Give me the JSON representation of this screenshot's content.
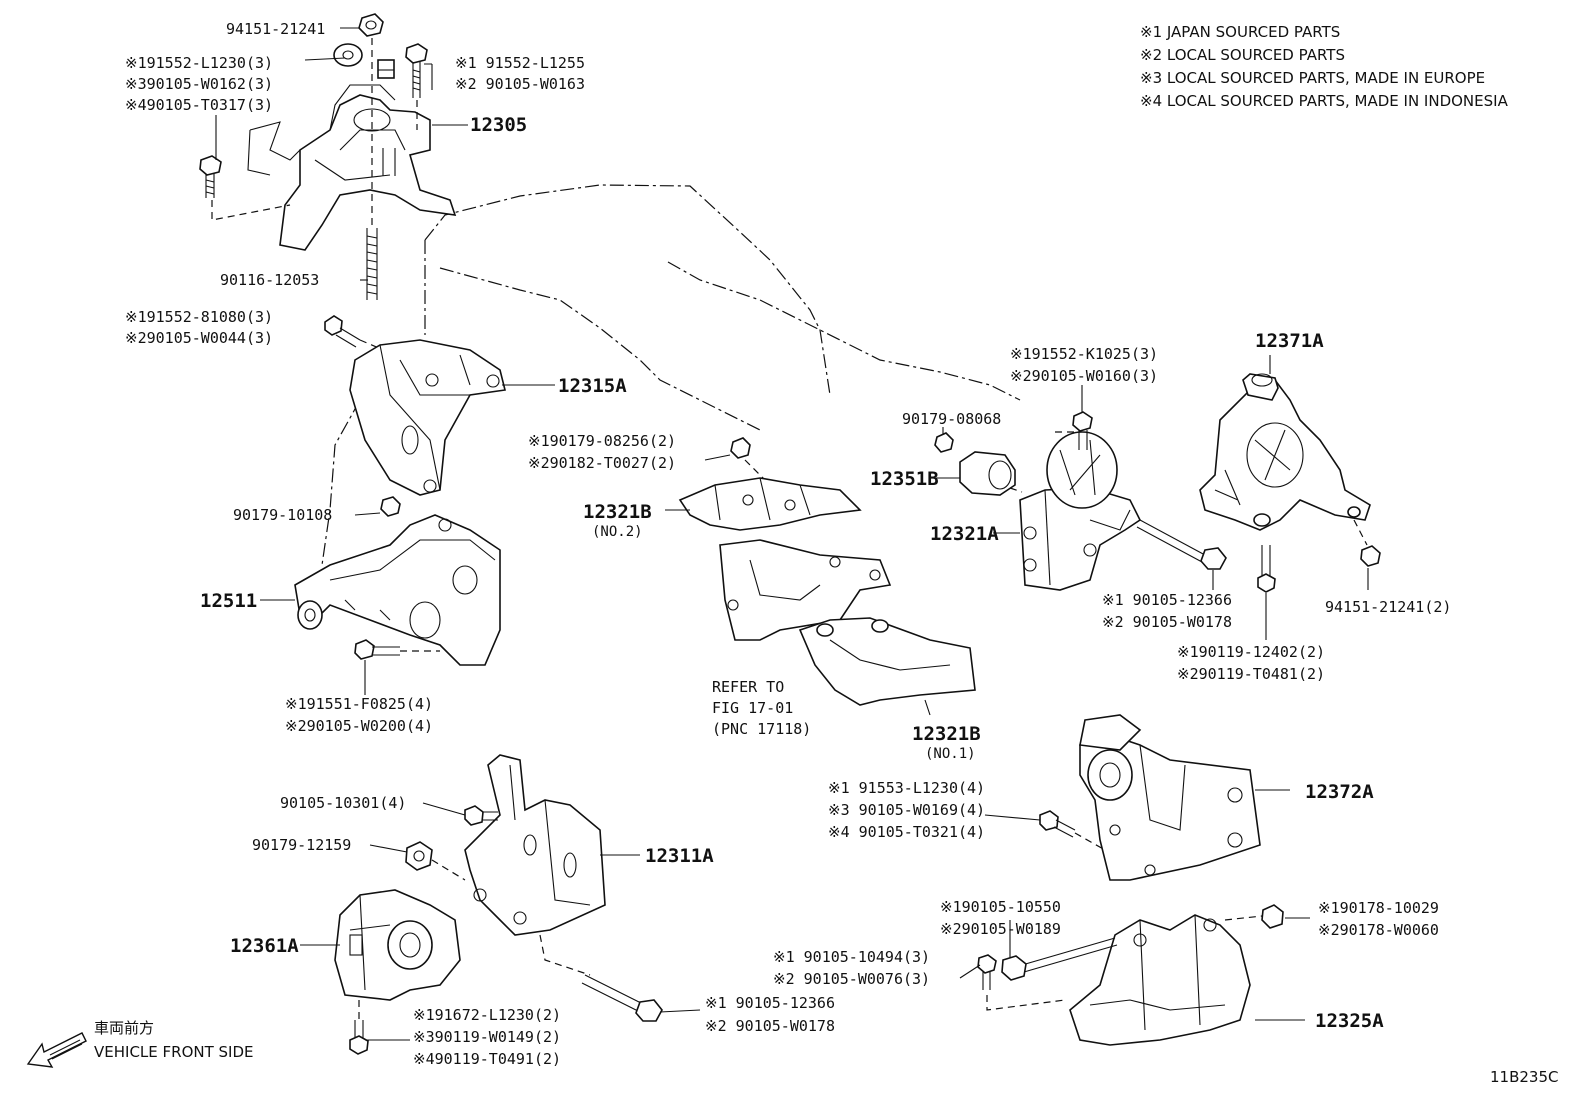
{
  "notes": {
    "n1": "※1 JAPAN SOURCED PARTS",
    "n2": "※2 LOCAL SOURCED PARTS",
    "n3": "※3 LOCAL SOURCED PARTS, MADE IN EUROPE",
    "n4": "※4 LOCAL SOURCED PARTS, MADE IN INDONESIA"
  },
  "labels": {
    "p94151_21241": "94151-21241",
    "p91552_L1230": "※191552-L1230(3)",
    "p90105_W0162": "※390105-W0162(3)",
    "p90105_T0317": "※490105-T0317(3)",
    "p91552_L1255": "※1 91552-L1255",
    "p90105_W0163": "※2 90105-W0163",
    "p12305": "12305",
    "p90116_12053": "90116-12053",
    "p91552_81080": "※191552-81080(3)",
    "p90105_W0044": "※290105-W0044(3)",
    "p12315A": "12315A",
    "p90179_10108": "90179-10108",
    "p12511": "12511",
    "p91551_F0825": "※191551-F0825(4)",
    "p90105_W0200": "※290105-W0200(4)",
    "p90179_08256": "※190179-08256(2)",
    "p90182_T0027": "※290182-T0027(2)",
    "p12321B_a": "12321B",
    "p12321B_a_sub": "(NO.2)",
    "refer1": "REFER TO",
    "refer2": "FIG 17-01",
    "refer3": "(PNC 17118)",
    "p12321B_b": "12321B",
    "p12321B_b_sub": "(NO.1)",
    "p90179_08068": "90179-08068",
    "p12351B": "12351B",
    "p12321A": "12321A",
    "p91552_K1025": "※191552-K1025(3)",
    "p90105_W0160": "※290105-W0160(3)",
    "p12371A": "12371A",
    "p90105_12366_a": "※1 90105-12366",
    "p90105_W0178_a": "※2 90105-W0178",
    "p94151_21241_2": "94151-21241(2)",
    "p90119_12402": "※190119-12402(2)",
    "p90119_T0481": "※290119-T0481(2)",
    "p91553_L1230": "※1 91553-L1230(4)",
    "p90105_W0169": "※3 90105-W0169(4)",
    "p90105_T0321": "※4 90105-T0321(4)",
    "p12372A": "12372A",
    "p90105_10301": "90105-10301(4)",
    "p90179_12159": "90179-12159",
    "p12311A": "12311A",
    "p12361A": "12361A",
    "p90105_10550": "※190105-10550",
    "p90105_W0189": "※290105-W0189",
    "p90178_10029": "※190178-10029",
    "p90178_W0060": "※290178-W0060",
    "p90105_10494": "※1 90105-10494(3)",
    "p90105_W0076": "※2 90105-W0076(3)",
    "p12325A": "12325A",
    "p90105_12366_b": "※1 90105-12366",
    "p90105_W0178_b": "※2 90105-W0178",
    "p91672_L1230": "※191672-L1230(2)",
    "p90119_W0149": "※390119-W0149(2)",
    "p90119_T0491": "※490119-T0491(2)",
    "front_jp": "車両前方",
    "front_en": "VEHICLE FRONT SIDE",
    "diagram_code": "11B235C"
  },
  "icons": {
    "front_arrow": "left-down-arrow-icon"
  }
}
